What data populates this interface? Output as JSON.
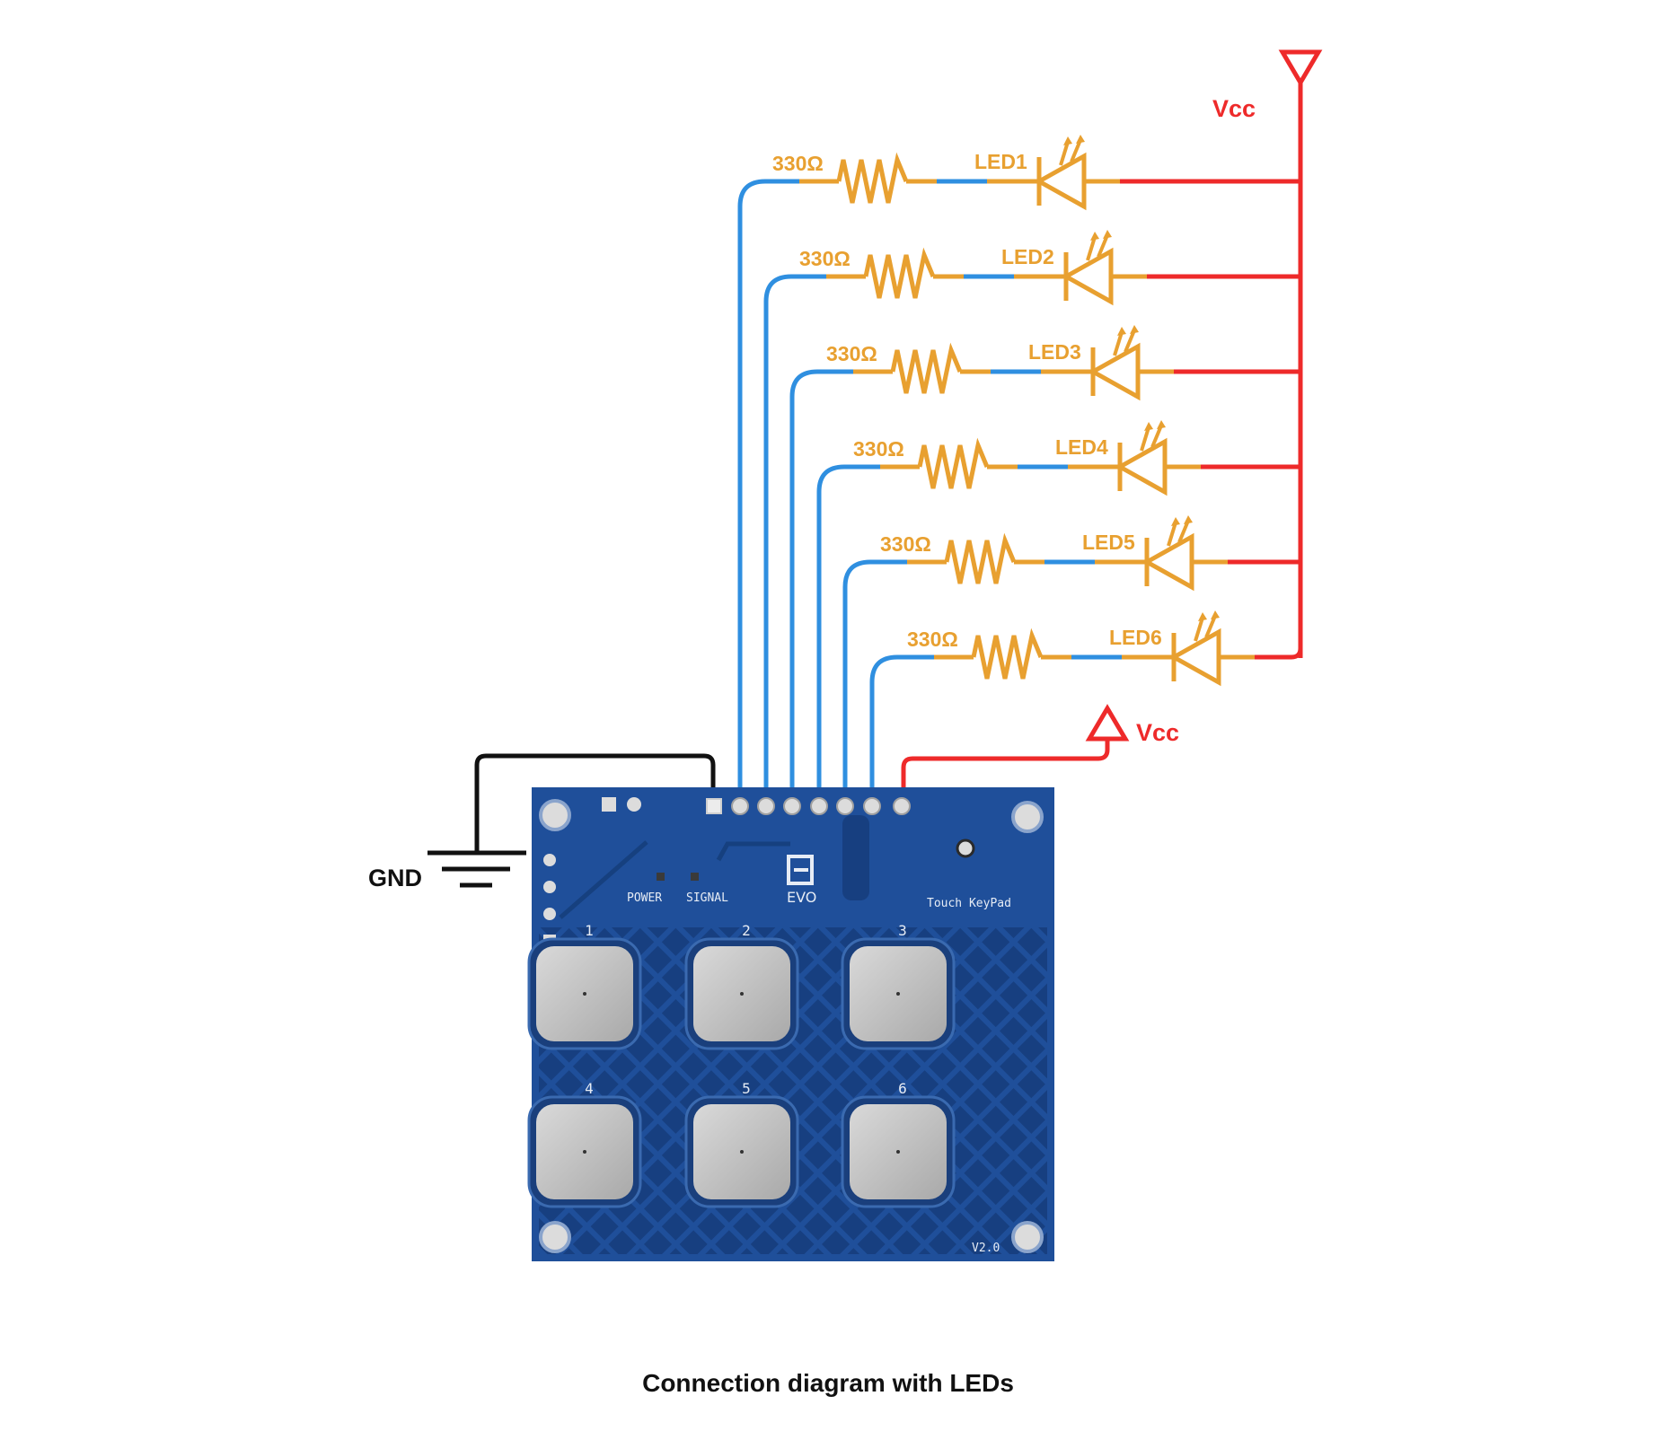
{
  "colors": {
    "signal_wire": "#2f8fe0",
    "component": "#e8a030",
    "vcc_wire": "#ee2a2a",
    "ground_wire": "#111111",
    "pcb": "#1f4f9a",
    "pad": "#c8c8c8"
  },
  "vcc_label_top": "Vcc",
  "vcc_label_board": "Vcc",
  "gnd_label": "GND",
  "caption": "Connection diagram with LEDs",
  "channels": [
    {
      "resistor": "330Ω",
      "led": "LED1"
    },
    {
      "resistor": "330Ω",
      "led": "LED2"
    },
    {
      "resistor": "330Ω",
      "led": "LED3"
    },
    {
      "resistor": "330Ω",
      "led": "LED4"
    },
    {
      "resistor": "330Ω",
      "led": "LED5"
    },
    {
      "resistor": "330Ω",
      "led": "LED6"
    }
  ],
  "board": {
    "power_label": "POWER",
    "signal_label": "SIGNAL",
    "logo_text": "EVO",
    "product_label": "Touch KeyPad",
    "version": "V2.0",
    "pad_numbers": [
      "1",
      "2",
      "3",
      "4",
      "5",
      "6"
    ]
  }
}
